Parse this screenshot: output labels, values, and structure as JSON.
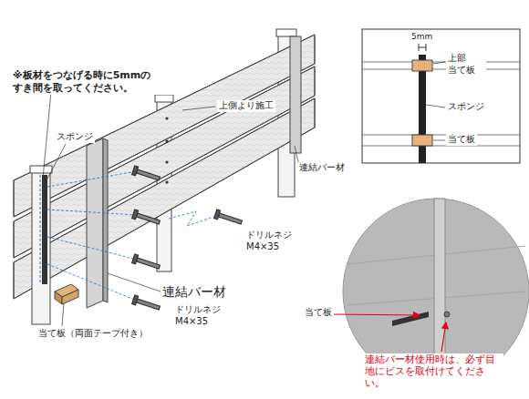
{
  "diagram": {
    "labels": [
      "※板材をつなげる時に5mmの すき間を取ってください。",
      "スポンジ",
      "上側より施工",
      "連結バー材",
      "ドリルネジ M4×35",
      "連結バー材",
      "ドリルネジ M4×35",
      "当て板（両面テープ付き）",
      "5mm",
      "上部 当て板",
      "スポンジ",
      "当て板",
      "当て板",
      "連結バー材使用時は、必ず目地にビスを取付けてください。"
    ]
  }
}
